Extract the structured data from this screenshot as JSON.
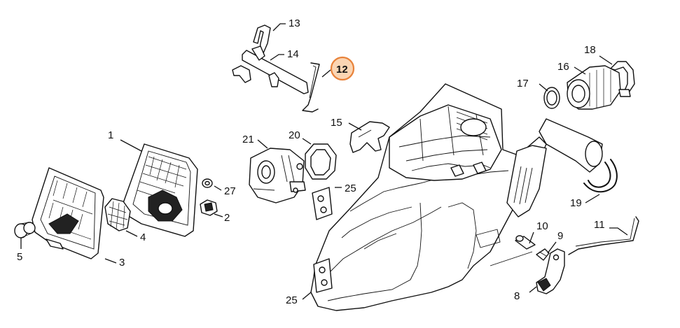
{
  "diagram": {
    "highlight_color": "#e8823a",
    "highlight_fill": "#fbd5b3",
    "highlighted_part": "12",
    "labels": [
      {
        "id": "1",
        "text": "1"
      },
      {
        "id": "2",
        "text": "2"
      },
      {
        "id": "3",
        "text": "3"
      },
      {
        "id": "4",
        "text": "4"
      },
      {
        "id": "5",
        "text": "5"
      },
      {
        "id": "8",
        "text": "8"
      },
      {
        "id": "9",
        "text": "9"
      },
      {
        "id": "10",
        "text": "10"
      },
      {
        "id": "11",
        "text": "11"
      },
      {
        "id": "12",
        "text": "12"
      },
      {
        "id": "13",
        "text": "13"
      },
      {
        "id": "14",
        "text": "14"
      },
      {
        "id": "15",
        "text": "15"
      },
      {
        "id": "16",
        "text": "16"
      },
      {
        "id": "17",
        "text": "17"
      },
      {
        "id": "18",
        "text": "18"
      },
      {
        "id": "19",
        "text": "19"
      },
      {
        "id": "20",
        "text": "20"
      },
      {
        "id": "21",
        "text": "21"
      },
      {
        "id": "25a",
        "text": "25"
      },
      {
        "id": "25b",
        "text": "25"
      },
      {
        "id": "27",
        "text": "27"
      }
    ]
  }
}
